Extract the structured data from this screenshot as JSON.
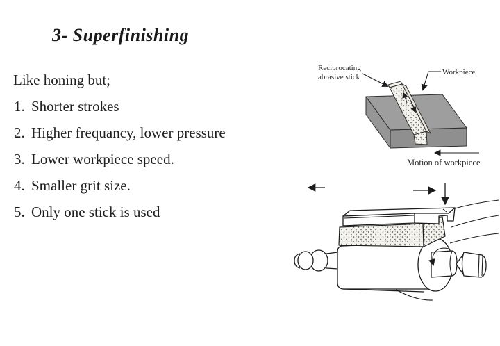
{
  "slide": {
    "title": "3- Superfinishing",
    "intro": "Like honing but;",
    "items": [
      {
        "num": "1.",
        "text": "Shorter strokes"
      },
      {
        "num": "2.",
        "text": "Higher frequancy, lower pressure"
      },
      {
        "num": "3.",
        "text": "Lower workpiece speed."
      },
      {
        "num": "4.",
        "text": "Smaller grit size."
      },
      {
        "num": "5.",
        "text": "Only one stick is used"
      }
    ]
  },
  "flat_diagram": {
    "label_stick_line1": "Reciprocating",
    "label_stick_line2": "abrasive stick",
    "label_workpiece": "Workpiece",
    "label_motion": "Motion of workpiece"
  },
  "colors": {
    "workpiece_top": "#9e9e9e",
    "workpiece_front": "#8f8f8f",
    "workpiece_left": "#969696"
  }
}
